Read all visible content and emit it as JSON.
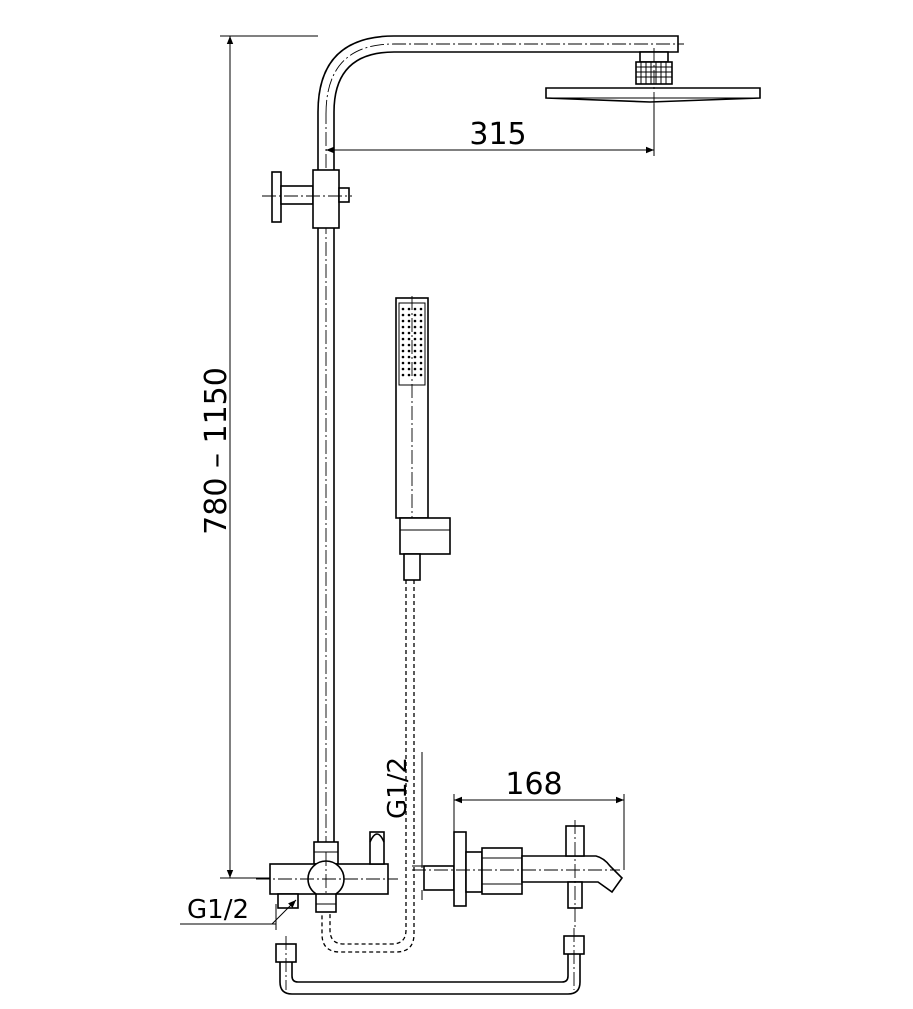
{
  "dimensions": {
    "head_reach": "315",
    "height_range": "780 – 1150",
    "spout_length": "168",
    "inlet_thread_side": "G1/2",
    "inlet_thread_rear": "G1/2"
  }
}
